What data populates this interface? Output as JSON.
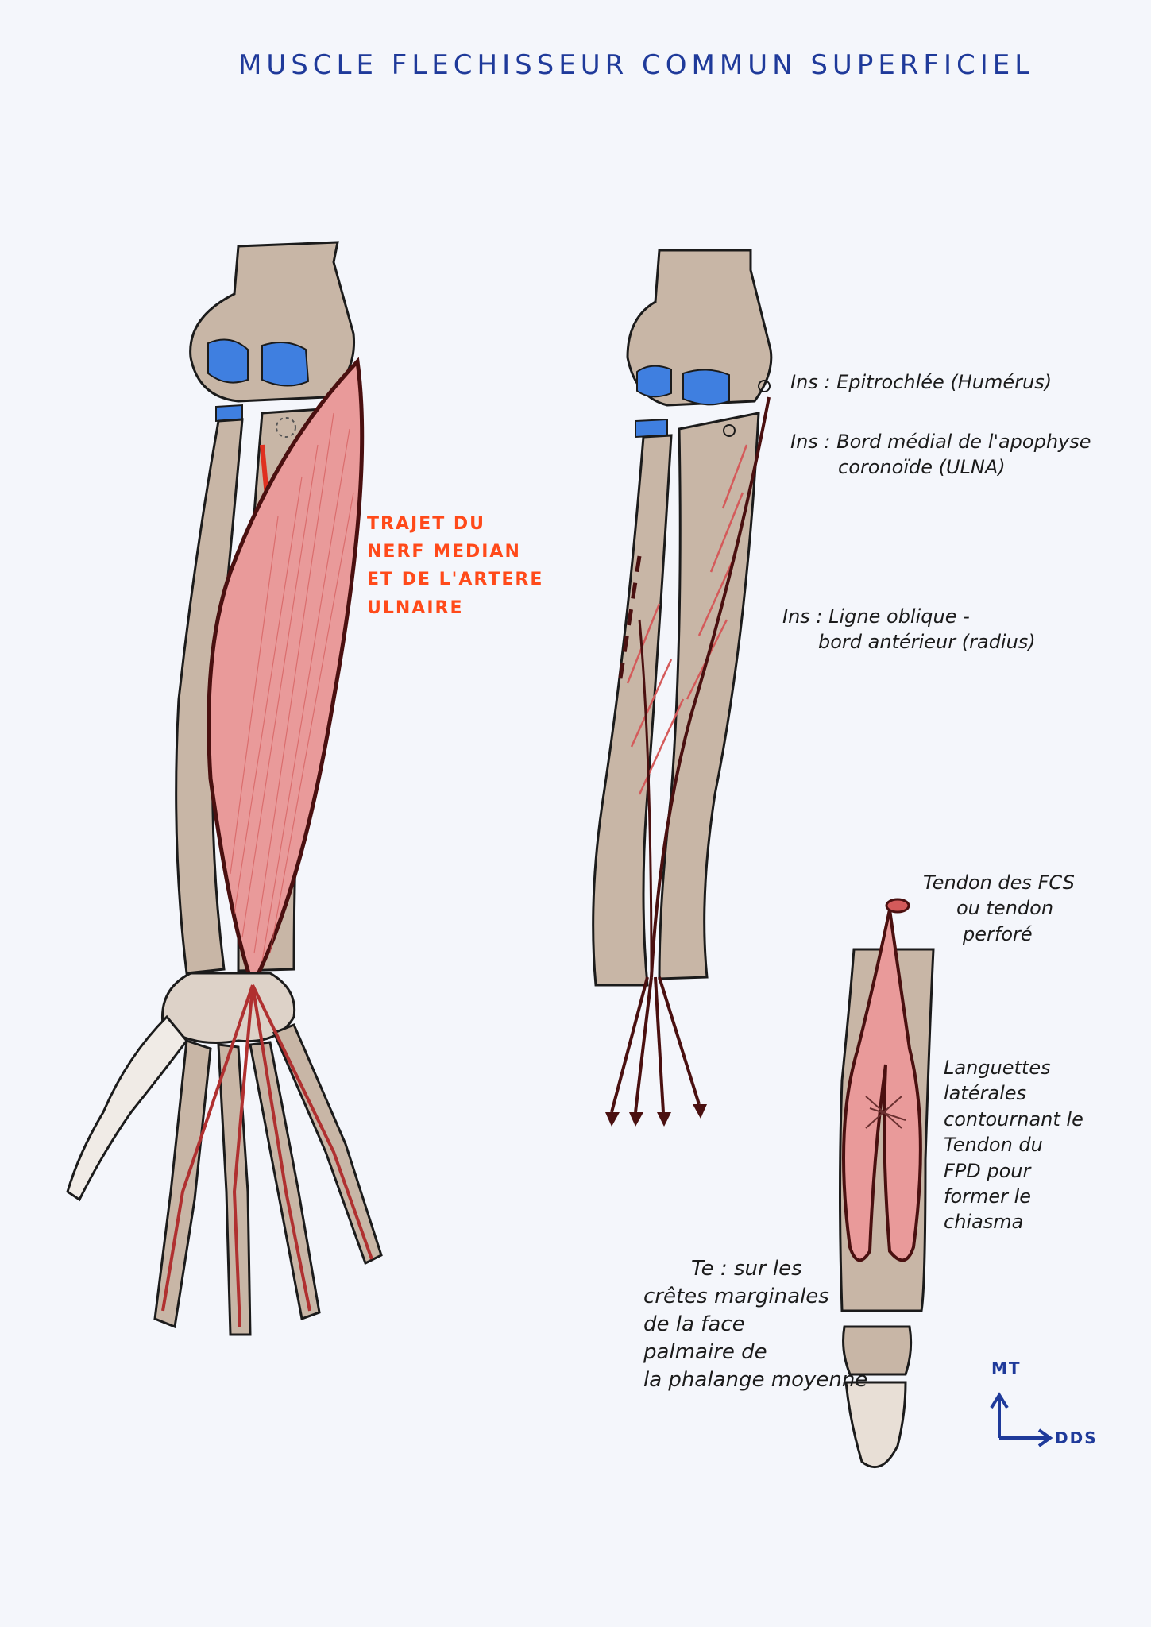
{
  "title": "MUSCLE FLECHISSEUR COMMUN SUPERFICIEL",
  "annotation_nerve": [
    "TRAJET DU",
    "NERF MEDIAN",
    "ET DE L'ARTERE",
    "ULNAIRE"
  ],
  "insertion_1": [
    "Ins : Epitrochlée (Humérus)"
  ],
  "insertion_2": [
    "Ins : Bord médial de l'apophyse",
    "coronoïde (ULNA)"
  ],
  "insertion_3": [
    "Ins : Ligne oblique -",
    "bord antérieur (radius)"
  ],
  "tendon_label": [
    "Tendon des FCS",
    "ou tendon",
    "perforé"
  ],
  "languettes_label": [
    "Languettes",
    "latérales",
    "contournant le",
    "Tendon du",
    "FPD pour",
    "former le",
    "chiasma"
  ],
  "terminal_label": [
    "Te : sur les",
    "crêtes marginales",
    "de la face",
    "palmaire de",
    "la phalange moyenne"
  ],
  "axis": {
    "vertical": "MT",
    "horizontal": "DDS"
  },
  "colors": {
    "bone": "#c8b6a6",
    "cartilage": "#3f7fe0",
    "muscle": "#e99a9a",
    "muscle_dark": "#d45a5a",
    "outline": "#4a1010",
    "ink": "#1b1b1b"
  }
}
